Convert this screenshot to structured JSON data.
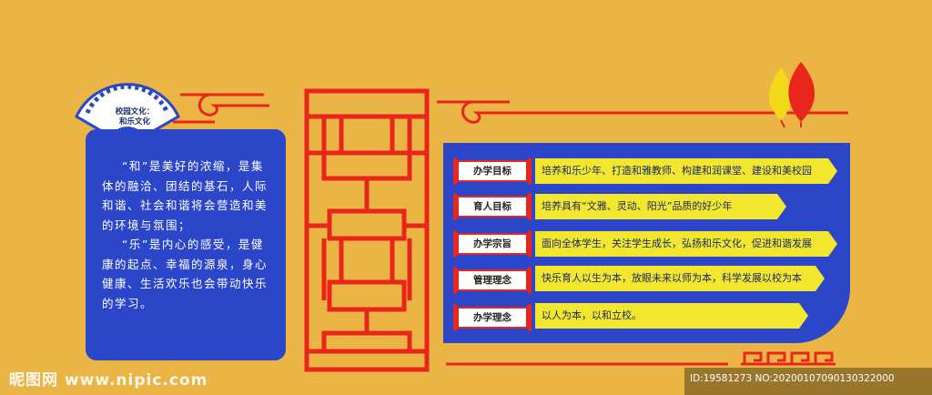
{
  "colors": {
    "background": "#eab544",
    "panel_blue": "#2b46c8",
    "frame_red": "#e8261c",
    "ribbon_yellow": "#f2e62f",
    "leaf_yellow": "#f2d818",
    "leaf_red": "#e8261c"
  },
  "fan_label": {
    "line1": "校园文化：",
    "line2": "和乐文化"
  },
  "left_text": "    “和”是美好的浓缩，是集体的融洽、团结的基石，人际和谐、社会和谐将会营造和美的环境与氛围；\n    “乐”是内心的感受，是健康的起点、幸福的源泉，身心健康、生活欢乐也会带动快乐的学习。",
  "rows": [
    {
      "label": "办学目标",
      "text": "培养和乐少年、打造和雅教师、构建和润课堂、建设和美校园"
    },
    {
      "label": "育人目标",
      "text": "培养具有“文雅、灵动、阳光”品质的好少年"
    },
    {
      "label": "办学宗旨",
      "text": "面向全体学生，关注学生成长，弘扬和乐文化，促进和谐发展"
    },
    {
      "label": "管理理念",
      "text": "快乐育人以生为本，放眼未来以师为本，科学发展以校为本"
    },
    {
      "label": "办学理念",
      "text": "以人为本，以和立校。"
    }
  ],
  "watermark": {
    "left": "昵图网 www.nipic.com",
    "right": "ID:19581273 NO:20200107090130322000"
  },
  "icons": [
    "fan-icon",
    "leaf-icon",
    "lattice-window-icon",
    "cloud-scroll-icon",
    "meander-pattern-icon"
  ]
}
